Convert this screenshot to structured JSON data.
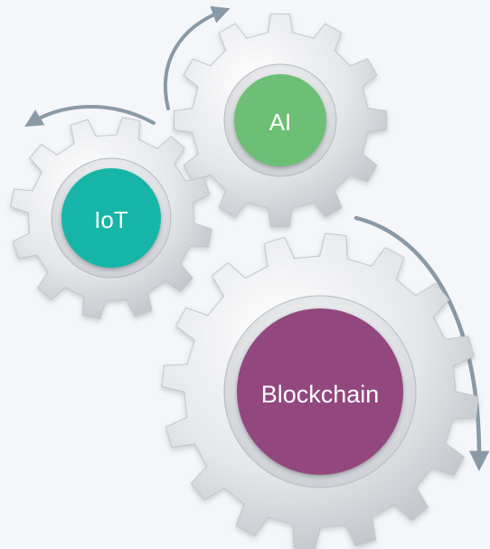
{
  "gears": [
    {
      "id": "ai",
      "label": "AI",
      "hub_color": "#6cbf74"
    },
    {
      "id": "iot",
      "label": "IoT",
      "hub_color": "#12b5a7"
    },
    {
      "id": "blockchain",
      "label": "Blockchain",
      "hub_color": "#93467f"
    }
  ],
  "colors": {
    "background": "#f4f6f9",
    "gear_light": "#fbfbfc",
    "gear_dark": "#b8bcc2",
    "arrow": "#8a99a6"
  }
}
